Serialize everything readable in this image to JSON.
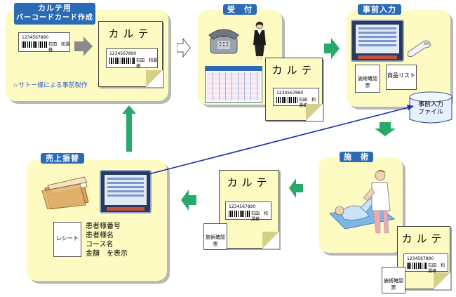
{
  "stages": {
    "card": {
      "title_line1": "カルテ用",
      "title_line2": "バーコードカード作成",
      "note": "☆サトー様による事前製作"
    },
    "reception": {
      "title": "受　付"
    },
    "pre_input": {
      "title": "事前入力",
      "product_list": "商品リスト",
      "file_line1": "事前入力",
      "file_line2": "ファイル"
    },
    "treatment": {
      "title": "施　術"
    },
    "sales": {
      "title": "売上振替",
      "receipt": "レシート",
      "info_lines": [
        "患者様番号",
        "患者様名",
        "コース名",
        "金額　を表示"
      ]
    }
  },
  "karte": {
    "label": "カルテ"
  },
  "barcode_card": {
    "number": "1234567890",
    "name": "石田　和湯様"
  },
  "confirm_slip": {
    "label": "施術確認票"
  },
  "colors": {
    "panel": "#fefbc2",
    "title_bg": "#2b6bb5",
    "arrow_green": "#27a96b",
    "link_line": "#1a2fb0"
  }
}
